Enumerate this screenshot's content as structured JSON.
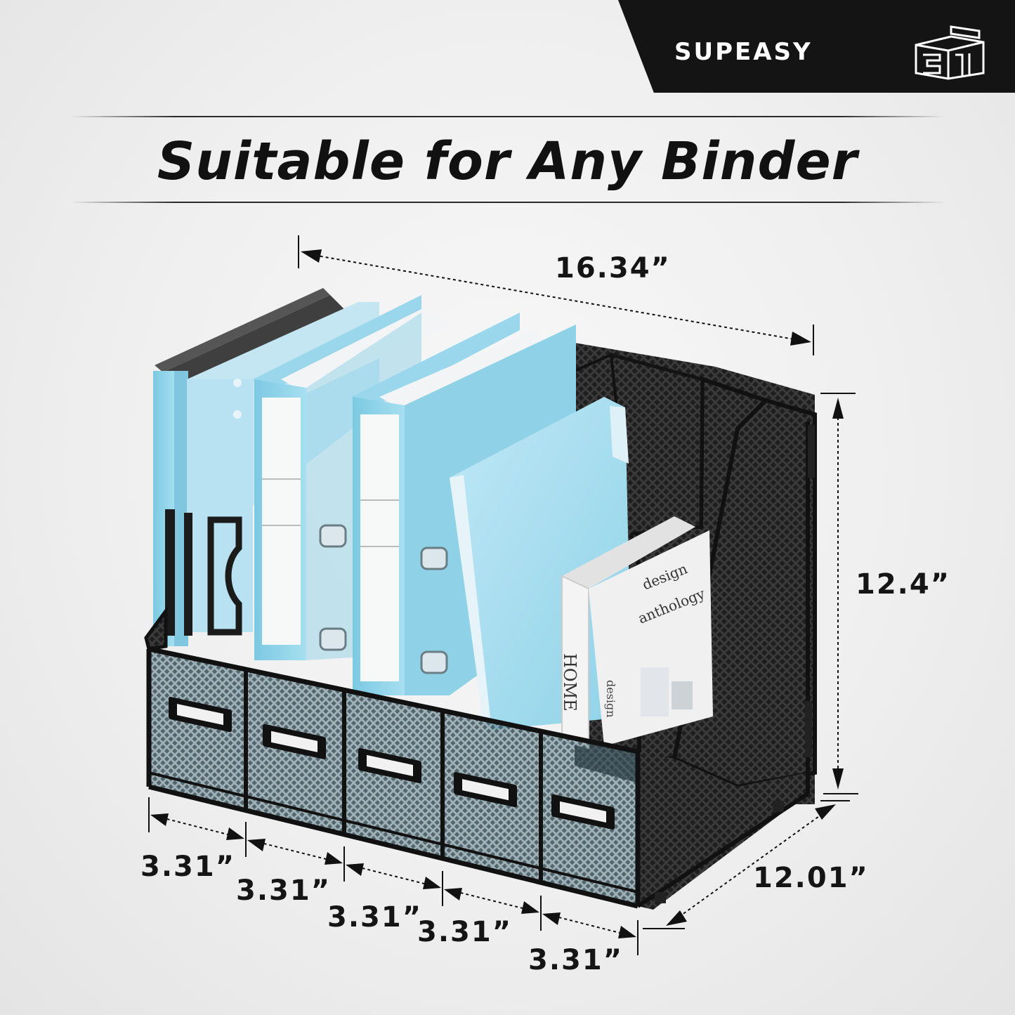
{
  "brand": {
    "name": "SUPEASY",
    "logo_icon": "cube-logo-icon"
  },
  "headline": "Suitable for Any Binder",
  "dimensions": {
    "width": "16.34”",
    "height": "12.4”",
    "depth": "12.01”",
    "compartments": [
      "3.31”",
      "3.31”",
      "3.31”",
      "3.31”",
      "3.31”"
    ]
  },
  "book": {
    "title_line1": "design",
    "title_line2": "anthology",
    "spine_text": "HOME",
    "second_title": "design"
  },
  "colors": {
    "binder_blue": "#8fd2e8",
    "frame_black": "#1a1a1a",
    "banner": "#141414"
  }
}
